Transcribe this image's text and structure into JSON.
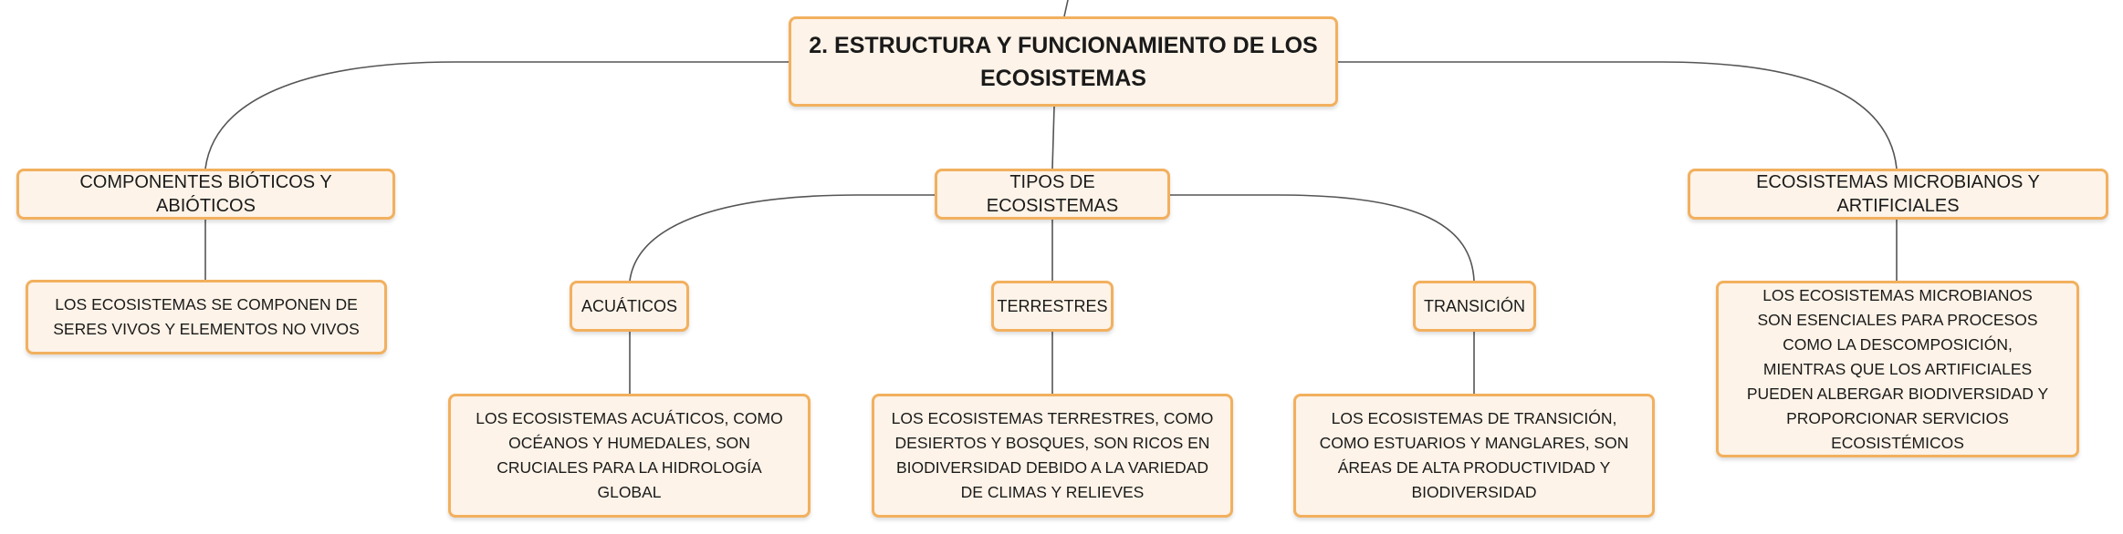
{
  "colors": {
    "node_fill": "#fdf3e8",
    "node_border": "#f2b05e",
    "connector": "#555555"
  },
  "map": {
    "root": {
      "label": "2. ESTRUCTURA Y FUNCIONAMIENTO DE LOS ECOSISTEMAS"
    },
    "componentes": {
      "label": "COMPONENTES BIÓTICOS Y ABIÓTICOS",
      "description": "LOS ECOSISTEMAS SE COMPONEN DE SERES VIVOS Y ELEMENTOS NO VIVOS"
    },
    "tipos": {
      "label": "TIPOS DE ECOSISTEMAS",
      "acuaticos": {
        "label": "ACUÁTICOS",
        "description": "LOS ECOSISTEMAS ACUÁTICOS, COMO OCÉANOS Y HUMEDALES, SON CRUCIALES PARA LA HIDROLOGÍA GLOBAL"
      },
      "terrestres": {
        "label": "TERRESTRES",
        "description": "LOS ECOSISTEMAS TERRESTRES, COMO DESIERTOS Y BOSQUES, SON RICOS EN BIODIVERSIDAD DEBIDO A LA VARIEDAD DE CLIMAS Y RELIEVES"
      },
      "transicion": {
        "label": "TRANSICIÓN",
        "description": "LOS ECOSISTEMAS DE TRANSICIÓN, COMO ESTUARIOS Y MANGLARES, SON ÁREAS DE ALTA PRODUCTIVIDAD Y BIODIVERSIDAD"
      }
    },
    "microbianos": {
      "label": "ECOSISTEMAS MICROBIANOS Y ARTIFICIALES",
      "description": "LOS ECOSISTEMAS MICROBIANOS SON ESENCIALES PARA PROCESOS COMO LA DESCOMPOSICIÓN, MIENTRAS QUE LOS ARTIFICIALES PUEDEN ALBERGAR BIODIVERSIDAD Y PROPORCIONAR SERVICIOS ECOSISTÉMICOS"
    }
  }
}
